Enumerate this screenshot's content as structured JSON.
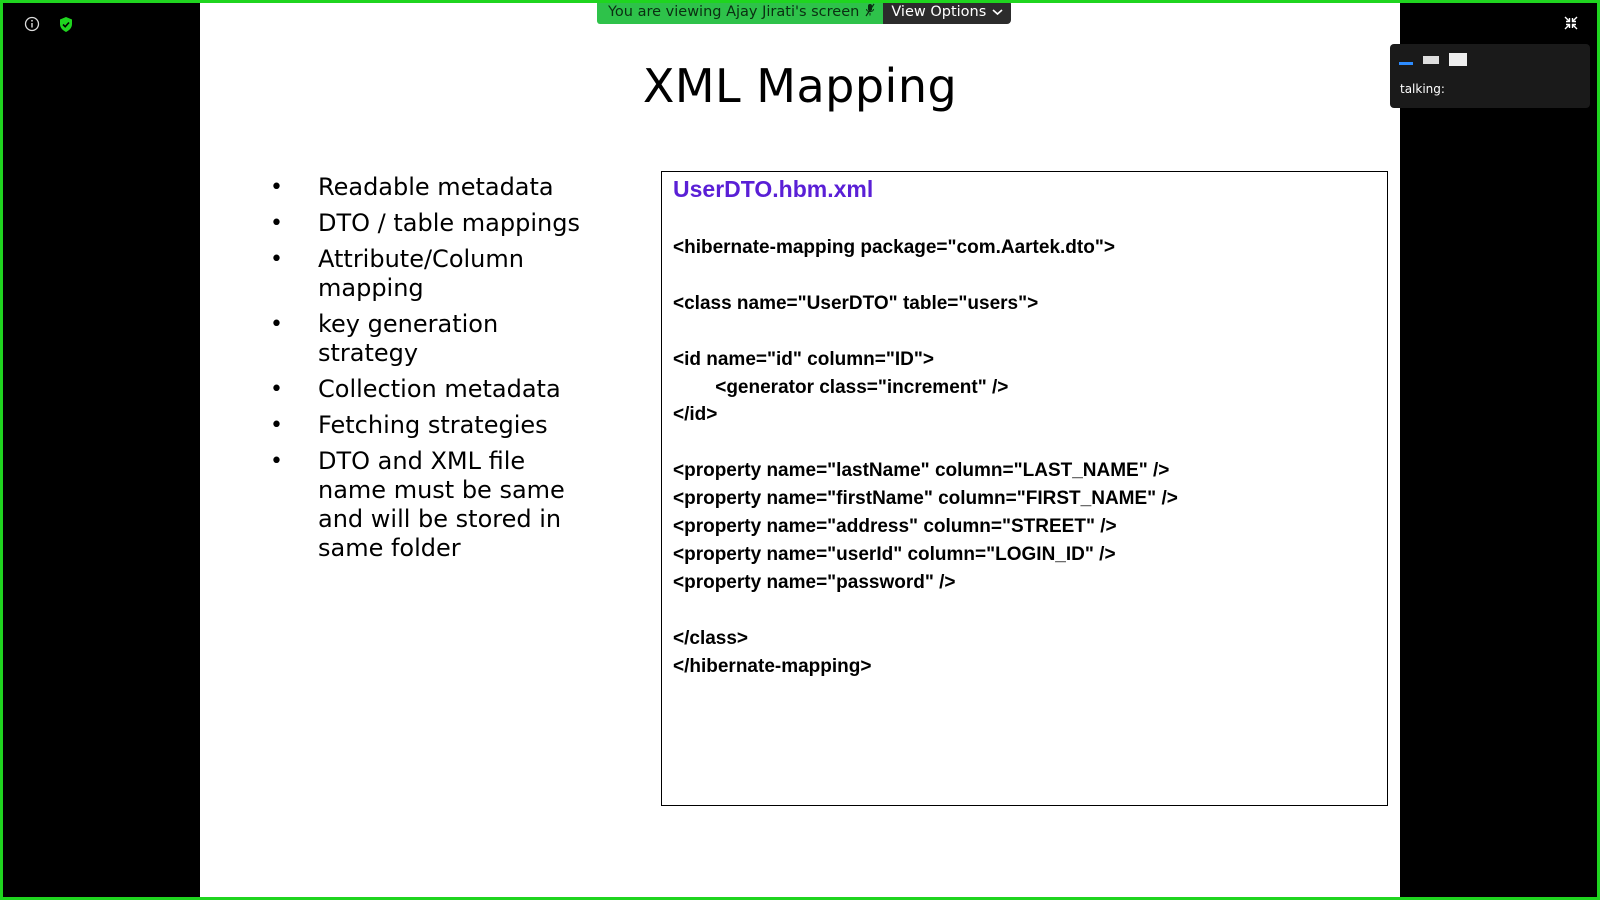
{
  "share_banner": {
    "message": "You are viewing Ajay Jirati's screen",
    "view_options": "View Options"
  },
  "slide": {
    "title": "XML Mapping",
    "bullets": [
      "Readable metadata",
      "DTO / table mappings",
      "Attribute/Column mapping",
      "key generation strategy",
      "Collection metadata",
      "Fetching strategies",
      "DTO and XML file name must be same and will be stored in same folder"
    ],
    "code_box": {
      "filename": "UserDTO.hbm.xml",
      "code": "<hibernate-mapping package=\"com.Aartek.dto\">\n\n<class name=\"UserDTO\" table=\"users\">\n\n<id name=\"id\" column=\"ID\">\n        <generator class=\"increment\" />\n</id>\n\n<property name=\"lastName\" column=\"LAST_NAME\" />\n<property name=\"firstName\" column=\"FIRST_NAME\" />\n<property name=\"address\" column=\"STREET\" />\n<property name=\"userId\" column=\"LOGIN_ID\" />\n<property name=\"password\" />\n\n</class>\n</hibernate-mapping>"
    }
  },
  "side_panel": {
    "talking_label": "talking:"
  },
  "colors": {
    "frame_border": "#1fd51f",
    "banner_green": "#2ec24a",
    "filename_purple": "#5a1fd6"
  },
  "icons": [
    "info-icon",
    "shield-check-icon",
    "mute-icon",
    "chevron-down-icon",
    "layout-icon",
    "collapse-icon"
  ]
}
